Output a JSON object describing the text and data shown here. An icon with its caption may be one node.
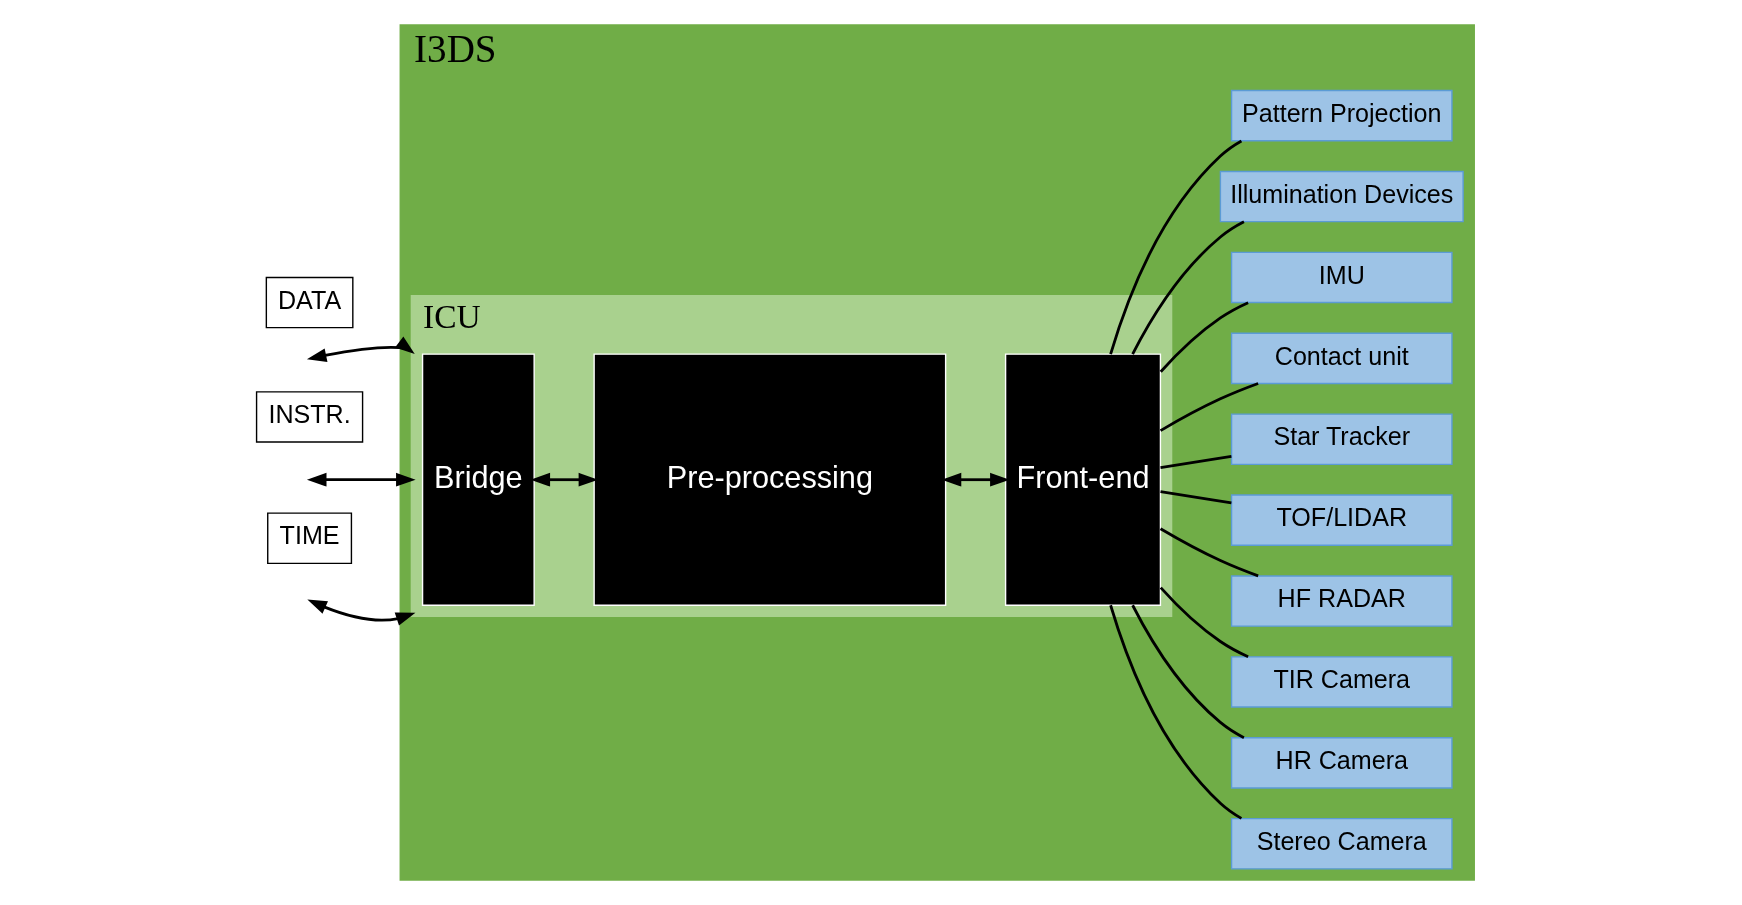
{
  "diagram": {
    "nodes": [
      {
        "text": [
          "I3DS"
        ]
      },
      {
        "text": [
          "ICU"
        ],
        "in": 0
      },
      {
        "text": [
          "DATA"
        ]
      },
      {
        "text": [
          "INSTR."
        ]
      },
      {
        "text": [
          "TIME"
        ]
      },
      {
        "text": [
          "Bridge"
        ],
        "in": 1
      },
      {
        "text": [
          "Pre-processing"
        ],
        "in": 1
      },
      {
        "text": [
          "Front-end"
        ],
        "in": 1
      },
      {
        "text": [
          "Stereo Camera"
        ],
        "in": 0
      },
      {
        "text": [
          "HR Camera"
        ],
        "in": 0
      },
      {
        "text": [
          "TIR Camera"
        ],
        "in": 0
      },
      {
        "text": [
          "HF RADAR"
        ],
        "in": 0
      },
      {
        "text": [
          "TOF/LIDAR"
        ],
        "in": 0
      },
      {
        "text": [
          "Star Tracker"
        ],
        "in": 0
      },
      {
        "text": [
          "Contact unit"
        ],
        "in": 0
      },
      {
        "text": [
          "IMU"
        ],
        "in": 0
      },
      {
        "text": [
          "Illumination Devices"
        ],
        "in": 0
      },
      {
        "text": [
          "Pattern Projection"
        ],
        "in": 0
      }
    ],
    "edges": [
      {
        "from": null,
        "to": 1,
        "arrow": "both"
      },
      {
        "from": null,
        "to": 1,
        "arrow": "both"
      },
      {
        "from": null,
        "to": 1,
        "arrow": "both"
      },
      {
        "from": 5,
        "to": 6,
        "arrow": "both"
      },
      {
        "from": 6,
        "to": 7,
        "arrow": "both"
      },
      {
        "from": 7,
        "to": 8,
        "arrow": "none"
      },
      {
        "from": 7,
        "to": 9,
        "arrow": "none"
      },
      {
        "from": 7,
        "to": 10,
        "arrow": "none"
      },
      {
        "from": 7,
        "to": 11,
        "arrow": "none"
      },
      {
        "from": 7,
        "to": 12,
        "arrow": "none"
      },
      {
        "from": 7,
        "to": 13,
        "arrow": "none"
      },
      {
        "from": 7,
        "to": 14,
        "arrow": "none"
      },
      {
        "from": 7,
        "to": 15,
        "arrow": "none"
      },
      {
        "from": 7,
        "to": 16,
        "arrow": "none"
      },
      {
        "from": 7,
        "to": 17,
        "arrow": "none"
      }
    ]
  }
}
